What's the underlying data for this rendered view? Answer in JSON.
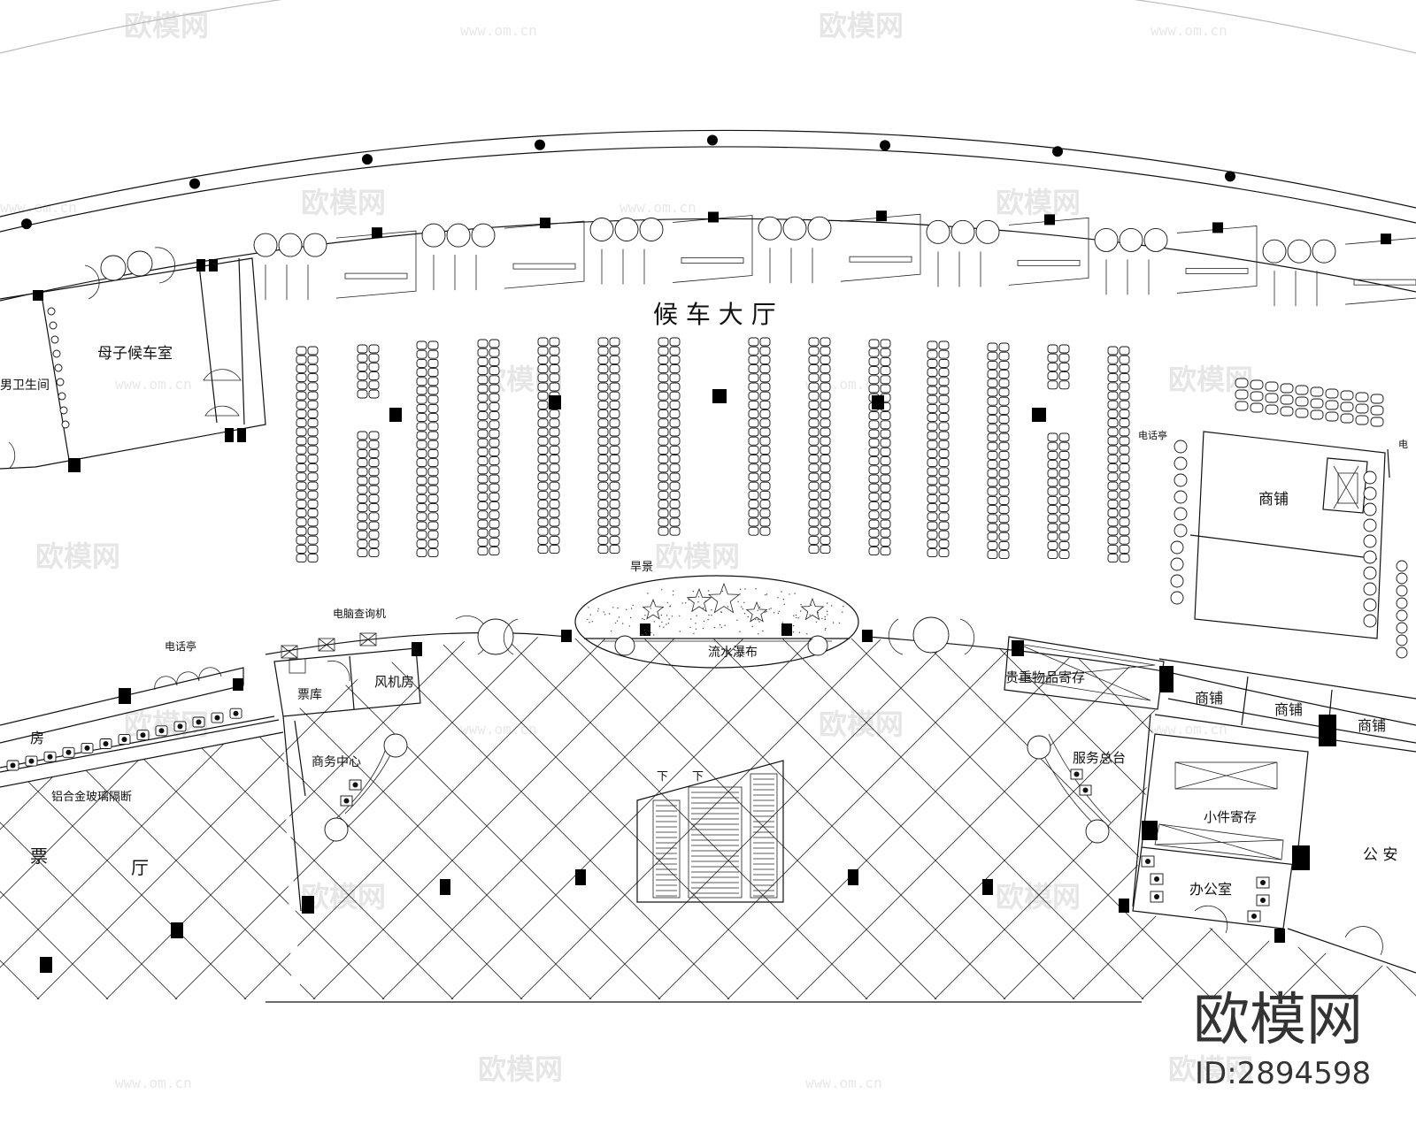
{
  "rooms": {
    "waiting_hall": "候 车 大 厅",
    "mother_child_room": "母子候车室",
    "mens_toilet": "男卫生间",
    "phone_booth_left": "电话亭",
    "phone_booth_right": "电话亭",
    "ticket_machine": "电脑查询机",
    "ticket_store": "票库",
    "fan_room": "风机房",
    "business_center": "商务中心",
    "aluminum_partition": "铝合金玻璃隔断",
    "ticket_hall_1": "票",
    "ticket_hall_2": "厅",
    "room_fragment": "房",
    "dry_scene": "旱景",
    "waterfall": "流水瀑布",
    "valuables_storage": "贵重物品寄存",
    "service_desk": "服务总台",
    "shop_1": "商铺",
    "shop_2": "商铺",
    "shop_3": "商铺",
    "shop_4": "商铺",
    "small_storage": "小件寄存",
    "office": "办公室",
    "police": "公 安",
    "down_1": "下",
    "down_2": "下",
    "partial_right": "电"
  },
  "watermark": {
    "brand": "欧模网",
    "url": "www.om.cn",
    "id_label": "ID:2894598"
  },
  "colors": {
    "ink": "#111111",
    "watermark": "#e6e6e6",
    "background": "#ffffff"
  }
}
